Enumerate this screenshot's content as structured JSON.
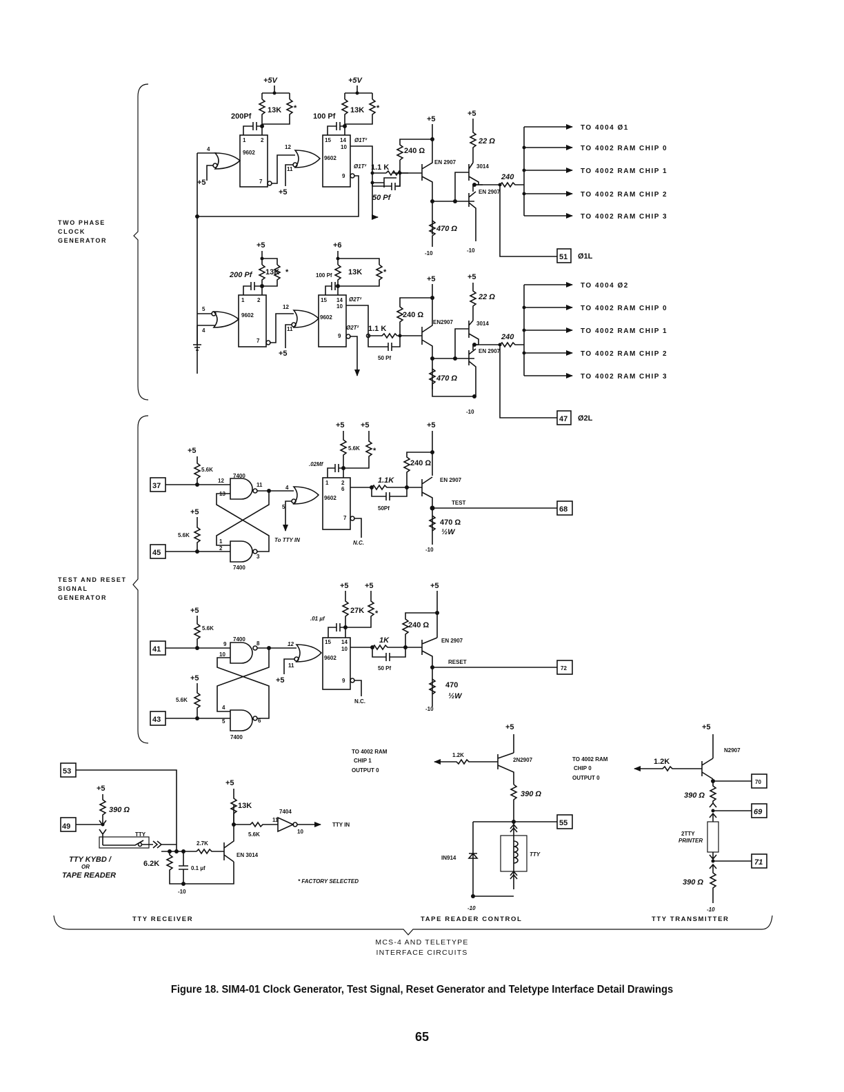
{
  "figure": {
    "caption": "Figure 18. SIM4-01 Clock Generator, Test Signal, Reset Generator and Teletype Interface Detail Drawings",
    "page_number": "65",
    "master_label": [
      "MCS-4 AND TELETYPE",
      "INTERFACE CIRCUITS"
    ],
    "footnote": "* FACTORY SELECTED"
  },
  "groups": {
    "clock": [
      "TWO PHASE",
      "CLOCK",
      "GENERATOR"
    ],
    "test_reset": [
      "TEST AND RESET",
      "SIGNAL",
      "GENERATOR"
    ]
  },
  "sections": {
    "tty_receiver": "TTY RECEIVER",
    "tape_reader_control": "TAPE READER CONTROL",
    "tty_transmitter": "TTY TRANSMITTER"
  },
  "clock_phase1": {
    "vcc_left": "+5V",
    "vcc_right": "+5V",
    "cap1": "200Pf",
    "res1": "13K",
    "cap2": "100 Pf",
    "res2": "13K",
    "star": "*",
    "ic": "9602",
    "gate1_pin_a": "4",
    "gate1_tie": "+5",
    "gate2_pin_a": "12",
    "gate2_pin_b": "11",
    "gate2_tie": "+5",
    "ic1_pins": [
      "1",
      "2",
      "7"
    ],
    "ic2_pins": [
      "15",
      "14",
      "10",
      "9"
    ],
    "q_bar": "Ø1T²",
    "q": "Ø1T²",
    "r_series": "1.1 K",
    "c_speedup": "50 Pf",
    "r_base": "240 Ω",
    "q_driver": "EN 2907",
    "q_push": "3014",
    "q_pull": "EN 2907",
    "r_emitter": "22 Ω",
    "r_bottom": "470 Ω",
    "vcc": "+5",
    "vee": "-10",
    "r_out": "240",
    "outputs": [
      "TO 4004 Ø1",
      "TO 4002 RAM CHIP 0",
      "TO 4002 RAM CHIP 1",
      "TO 4002 RAM CHIP 2",
      "TO 4002 RAM CHIP 3"
    ],
    "connector": "51",
    "connector_label": "Ø1L"
  },
  "clock_phase2": {
    "vcc_left": "+5",
    "vcc_right": "+6",
    "cap1": "200 Pf",
    "res1": "13K",
    "cap2": "100 Pf",
    "res2": "13K",
    "star": "*",
    "ic": "9602",
    "gate1_pins": [
      "5",
      "4"
    ],
    "gate2_pin_a": "12",
    "gate2_pin_b": "11",
    "gate2_tie": "+5",
    "ic1_pins": [
      "1",
      "2",
      "7"
    ],
    "ic2_pins": [
      "15",
      "14",
      "10",
      "9"
    ],
    "q_bar": "Ø2T²",
    "q": "Ø2T²",
    "r_series": "1.1 K",
    "c_speedup": "50 Pf",
    "r_base": "240 Ω",
    "q_driver": "EN2907",
    "q_push": "3014",
    "q_pull": "EN 2907",
    "r_emitter": "22 Ω",
    "r_bottom": "470 Ω",
    "vcc": "+5",
    "vee": "-10",
    "r_out": "240",
    "outputs": [
      "TO 4004 Ø2",
      "TO 4002 RAM CHIP 0",
      "TO 4002 RAM CHIP 1",
      "TO 4002 RAM CHIP 2",
      "TO 4002 RAM CHIP 3"
    ],
    "connector": "47",
    "connector_label": "Ø2L"
  },
  "test_gen": {
    "conn_in1": "37",
    "conn_in2": "45",
    "pullup1": "5.6K",
    "pullup2": "5.6K",
    "vcc": "+5",
    "nand": "7400",
    "nand1_pins": [
      "12",
      "13",
      "11"
    ],
    "nand2_pins": [
      "1",
      "2",
      "3"
    ],
    "gate_pins": [
      "4",
      "5"
    ],
    "tty_in": "To TTY IN",
    "cap": ".02Mf",
    "res": "5.6K",
    "star": "*",
    "ic": "9602",
    "ic_pins": [
      "1",
      "2",
      "6",
      "7"
    ],
    "nc": "N.C.",
    "r_series": "1.1K",
    "c_speedup": "50Pf",
    "r_base": "240 Ω",
    "q": "EN 2907",
    "signal": "TEST",
    "r_load": "470 Ω",
    "r_power": "½W",
    "vee": "-10",
    "connector": "68"
  },
  "reset_gen": {
    "conn_in1": "41",
    "conn_in2": "43",
    "pullup1": "5.6K",
    "pullup2": "5.6K",
    "vcc": "+5",
    "nand": "7400",
    "nand1_pins": [
      "9",
      "10",
      "8"
    ],
    "nand2_pins": [
      "4",
      "5",
      "6"
    ],
    "gate_pins": [
      "12",
      "11"
    ],
    "gate_tie": "+5",
    "cap": ".01 µf",
    "res": "27K",
    "star": "*",
    "ic": "9602",
    "ic_pins": [
      "15",
      "14",
      "10",
      "9"
    ],
    "nc": "N.C.",
    "r_series": "1K",
    "c_speedup": "50 Pf",
    "r_base": "240 Ω",
    "q": "EN 2907",
    "signal": "RESET",
    "r_load": "470",
    "r_power": "½W",
    "vee": "-10",
    "connector": "72"
  },
  "tty_receiver": {
    "conn_53": "53",
    "conn_49": "49",
    "vcc": "+5",
    "r_pull": "390 Ω",
    "switch": "TTY",
    "source": [
      "TTY KYBD /",
      "OR",
      "TAPE READER"
    ],
    "r_shunt": "6.2K",
    "cap": "0.1 µf",
    "vee": "-10",
    "r_base": "2.7K",
    "q": "EN 3014",
    "r_coll": "13K",
    "r_inv": "5.6K",
    "inv": "7404",
    "inv_pins": [
      "11",
      "10"
    ],
    "output": "TTY IN"
  },
  "tape_reader": {
    "source": [
      "TO 4002 RAM",
      "CHIP 1",
      "OUTPUT 0"
    ],
    "r_base": "1.2K",
    "q": "2N2907",
    "vcc": "+5",
    "r_coll": "390 Ω",
    "diode": "IN914",
    "relay": "TTY",
    "vee": "-10",
    "connector": "55"
  },
  "tty_transmitter": {
    "source": [
      "TO 4002 RAM",
      "CHIP 0",
      "OUTPUT 0"
    ],
    "r_base": "1.2K",
    "q": "N2907",
    "vcc": "+5",
    "r_top": "390 Ω",
    "load": [
      "2TTY",
      "PRINTER"
    ],
    "r_bottom": "390 Ω",
    "vee": "-10",
    "connectors": [
      "70",
      "69",
      "71"
    ]
  }
}
